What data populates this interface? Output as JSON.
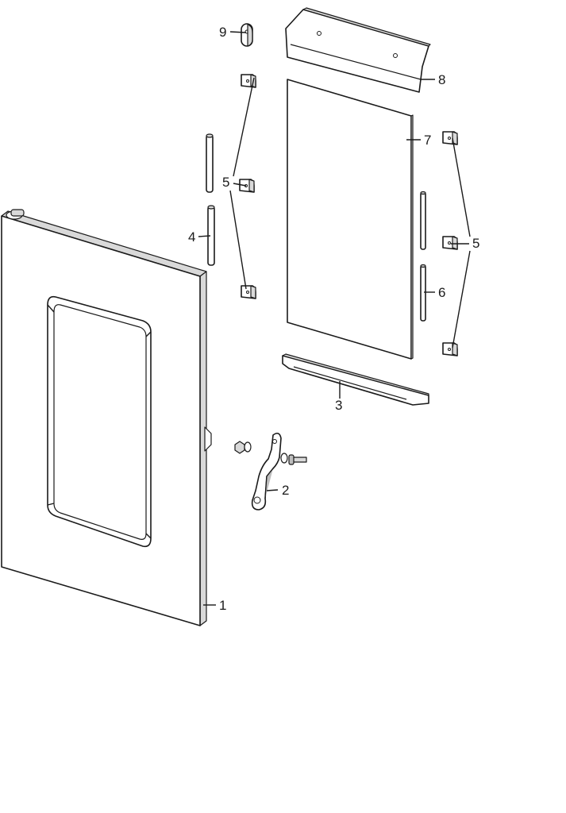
{
  "callouts": {
    "c1": "1",
    "c2": "2",
    "c3": "3",
    "c4": "4",
    "c5a": "5",
    "c5b": "5",
    "c6": "6",
    "c7": "7",
    "c8": "8",
    "c9": "9"
  }
}
